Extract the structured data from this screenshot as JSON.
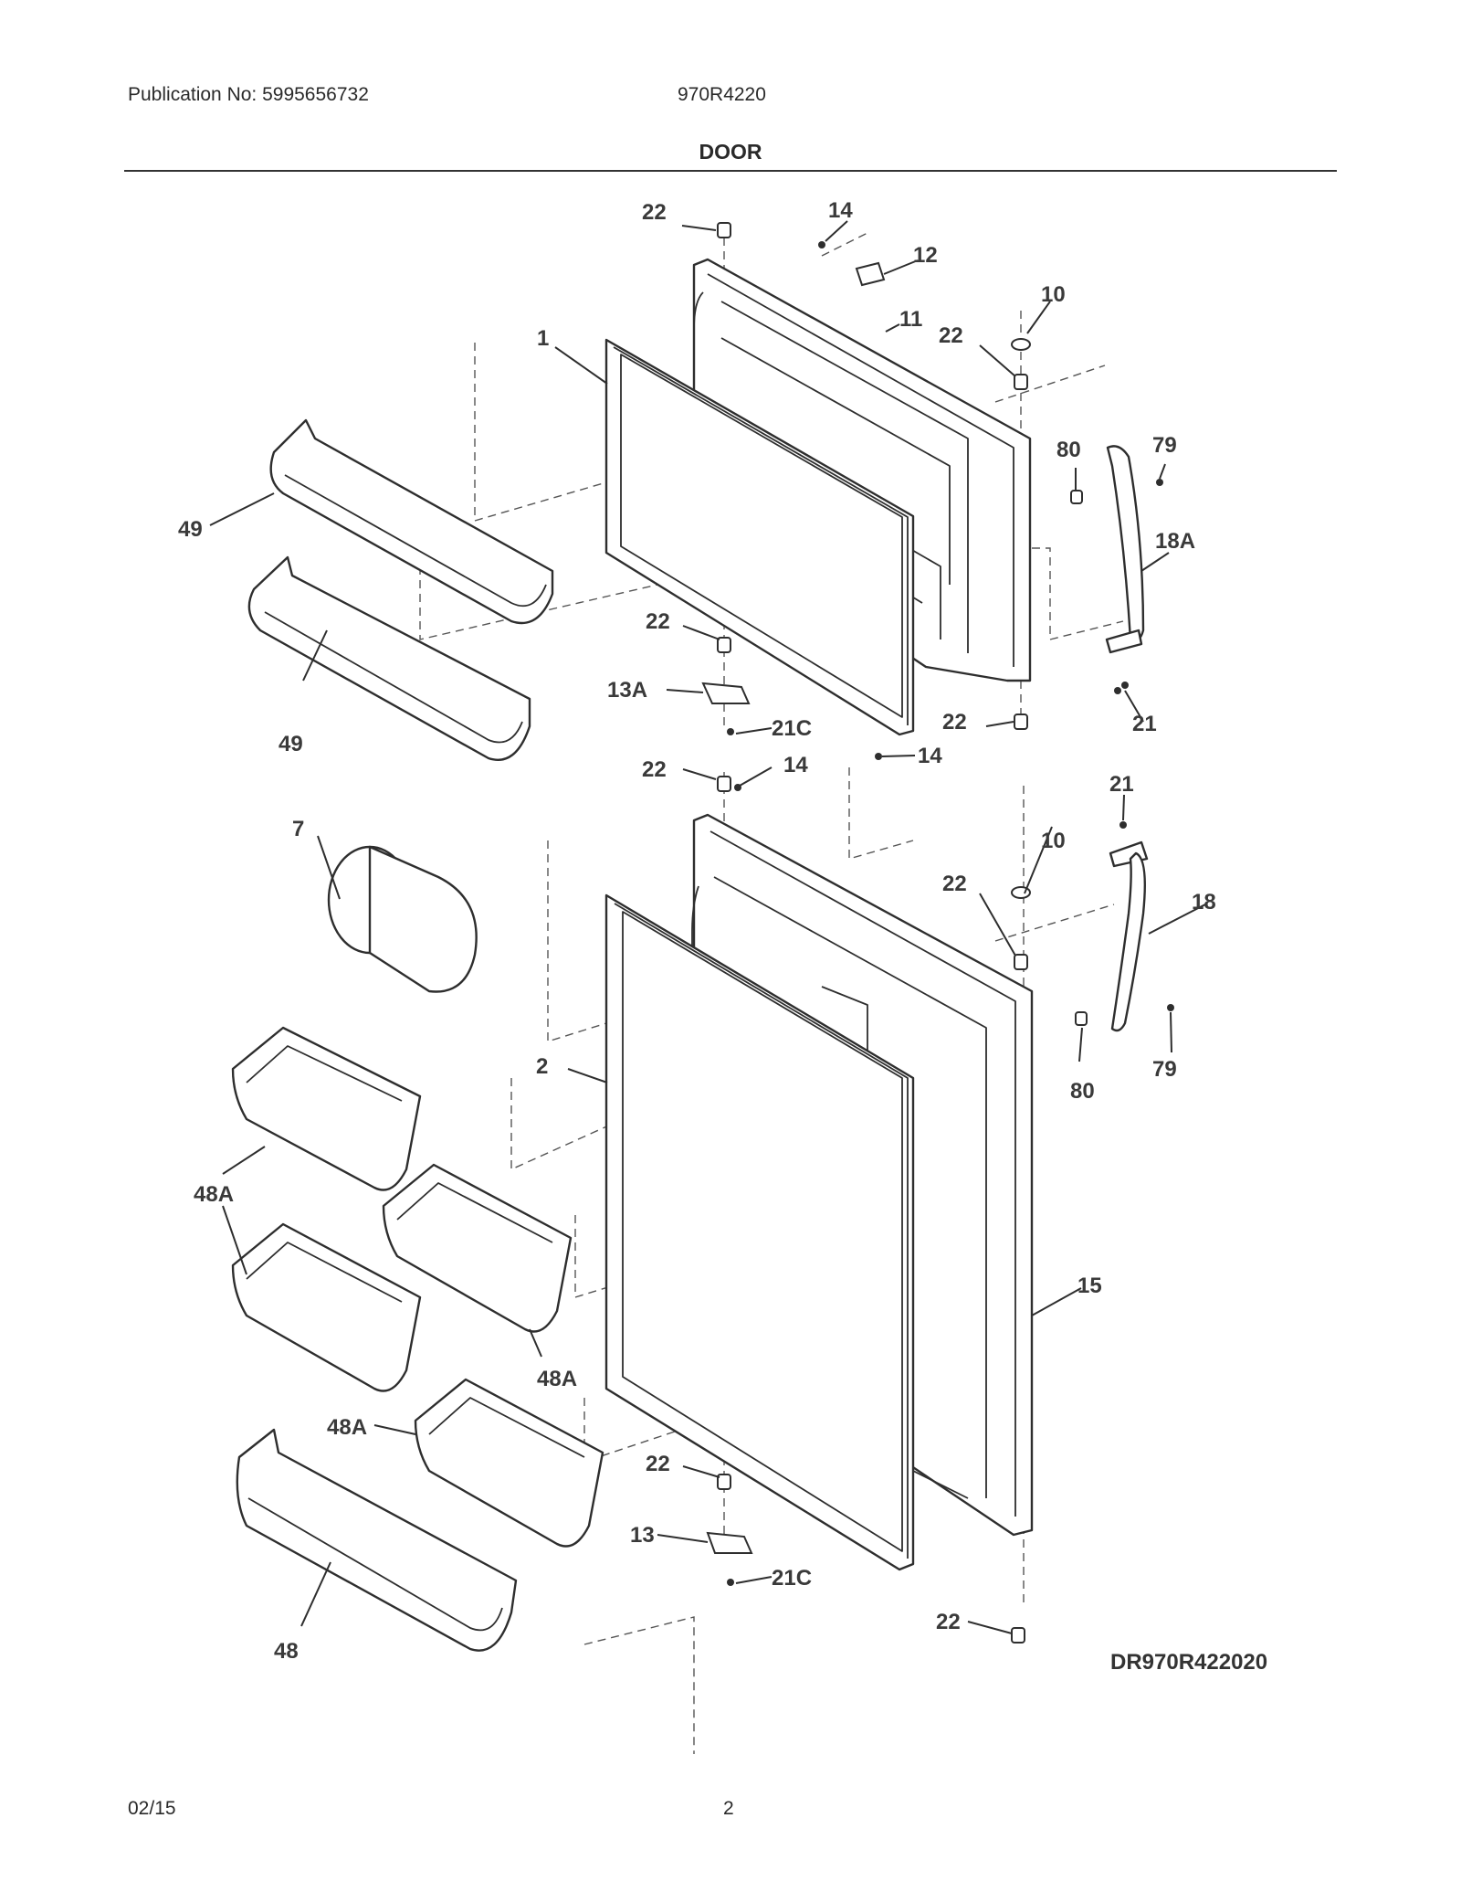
{
  "header": {
    "publication": "Publication No: 5995656732",
    "model": "970R4220",
    "title": "DOOR"
  },
  "callouts": {
    "c22": "22",
    "c14": "14",
    "c12": "12",
    "c10": "10",
    "c11": "11",
    "c1": "1",
    "c80": "80",
    "c79": "79",
    "c18A": "18A",
    "c49": "49",
    "c13A": "13A",
    "c21C": "21C",
    "c21": "21",
    "c7": "7",
    "c18": "18",
    "c2": "2",
    "c48A": "48A",
    "c15": "15",
    "c13": "13",
    "c48": "48"
  },
  "drawing_number": "DR970R422020",
  "footer": {
    "date": "02/15",
    "page": "2"
  }
}
